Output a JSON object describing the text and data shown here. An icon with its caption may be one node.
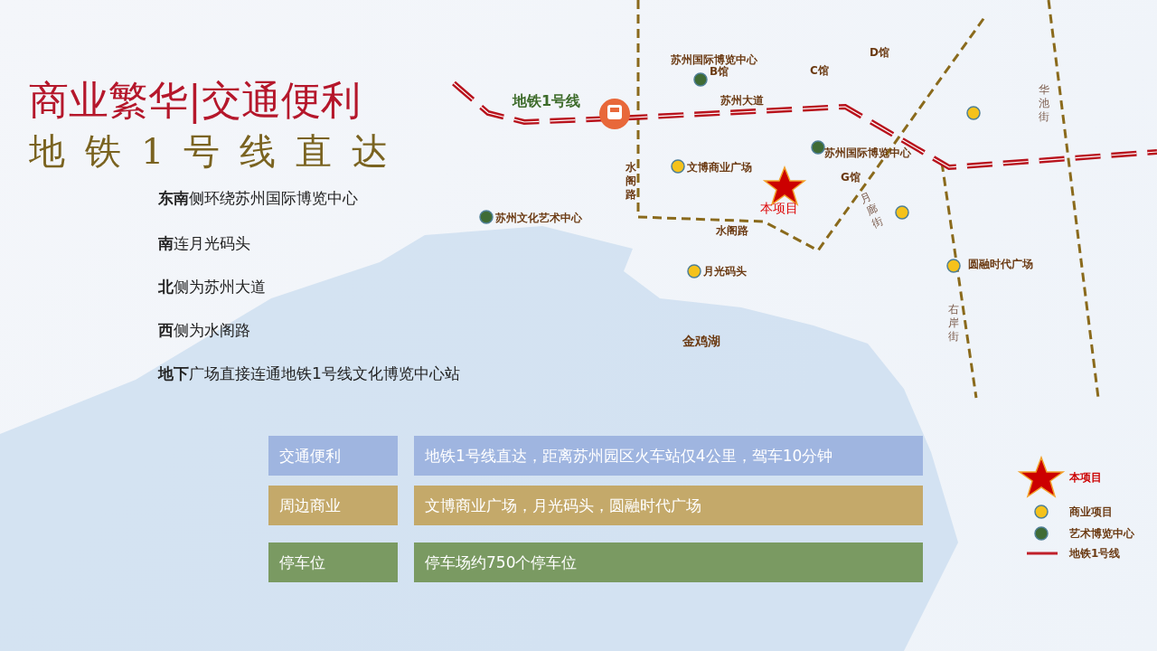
{
  "diagram": {
    "title": "商业繁华|交通便利",
    "labels": [
      "地铁1号线直达",
      "**东南**侧环绕苏州国际博览中心",
      "**南**连月光码头",
      "**北**侧为苏州大道",
      "**西**侧为水阁路",
      "**地下**广场直接连通地铁1号线文化博览中心站",
      "苏州国际博览中心",
      "B馆",
      "C馆",
      "D馆",
      "地铁1号线",
      "苏州大道",
      "华池街",
      "水阁路",
      "文博商业广场",
      "苏州国际博览中心",
      "本项目",
      "G馆",
      "苏州文化艺术中心",
      "月廊街",
      "水阁路",
      "月光码头",
      "圆融时代广场",
      "右岸街",
      "金鸡湖",
      "交通便利",
      "地铁1号线直达，距离苏州园区火车站仅4公里，驾车10分钟",
      "周边商业",
      "文博商业广场，月光码头，圆融时代广场",
      "停车位",
      "停车场约750个停车位"
    ],
    "legend": [
      {
        "text": "本项目"
      },
      {
        "text": "商业项目",
        "color": "#f5c21b"
      },
      {
        "text": "艺术博览中心",
        "color": "#3f6b35"
      },
      {
        "text": "地铁1号线"
      }
    ]
  }
}
